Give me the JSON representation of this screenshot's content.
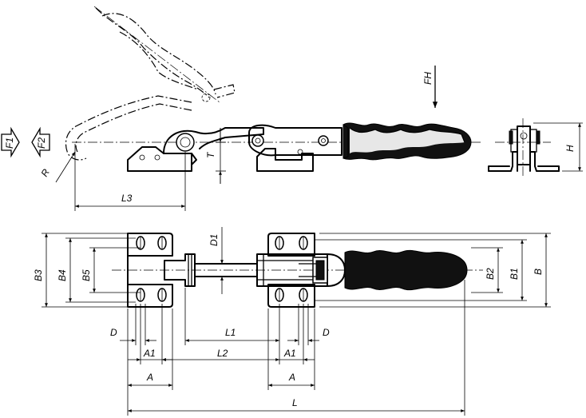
{
  "labels": {
    "FH": "FH",
    "F1": "F1",
    "F2": "F2",
    "R": "R",
    "T": "T",
    "H": "H",
    "L3": "L3",
    "D1": "D1",
    "B3": "B3",
    "B4": "B4",
    "B5": "B5",
    "B2": "B2",
    "B1": "B1",
    "B": "B",
    "D_left": "D",
    "D_right": "D",
    "L1": "L1",
    "A1_left": "A1",
    "A1_right": "A1",
    "L2": "L2",
    "A_left": "A",
    "A_right": "A",
    "L": "L"
  }
}
